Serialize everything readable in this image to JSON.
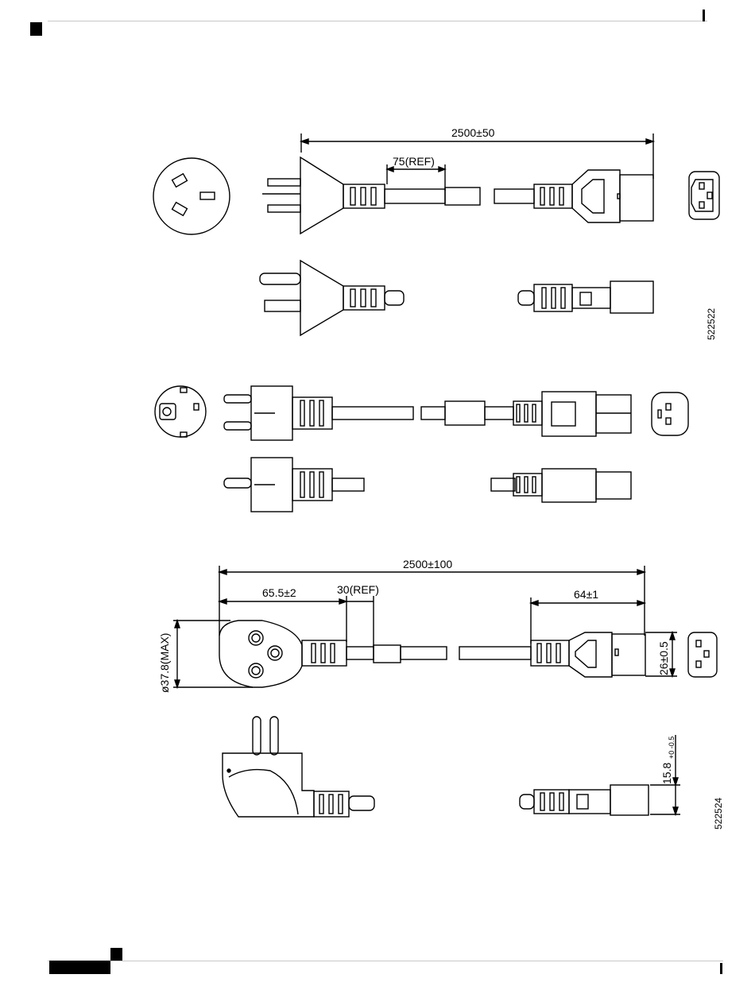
{
  "figures": [
    {
      "id": "522522",
      "dims": {
        "overall": "2500±50",
        "ref": "75(REF)"
      }
    },
    {
      "id": ""
    },
    {
      "id": "522524",
      "dims": {
        "overall": "2500±100",
        "plug_len": "65.5±2",
        "ref": "30(REF)",
        "conn_len": "64±1",
        "diameter": "ø37.8(MAX)",
        "conn_width": "26±0.5",
        "conn_height": "15.8",
        "conn_height_tol": "+0 -0.5"
      }
    }
  ]
}
